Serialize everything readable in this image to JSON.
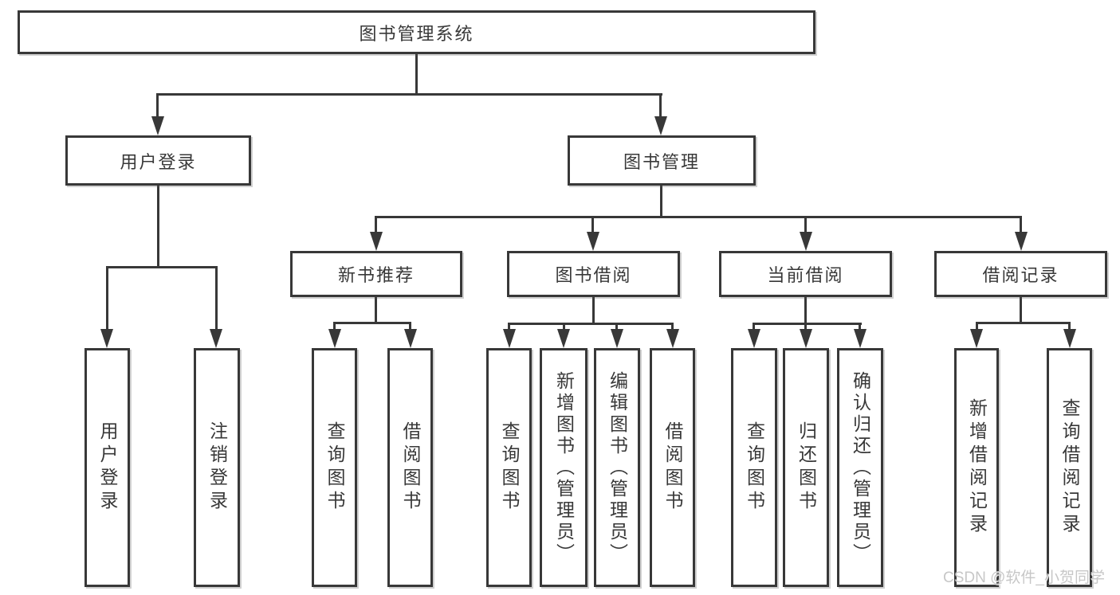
{
  "tree": {
    "root": "图书管理系统",
    "branches": [
      {
        "label": "用户登录",
        "children": [
          "用户登录",
          "注销登录"
        ]
      },
      {
        "label": "图书管理",
        "children": [
          {
            "label": "新书推荐",
            "children": [
              "查询图书",
              "借阅图书"
            ]
          },
          {
            "label": "图书借阅",
            "children": [
              "查询图书",
              "新增图书（管理员）",
              "编辑图书（管理员）",
              "借阅图书"
            ]
          },
          {
            "label": "当前借阅",
            "children": [
              "查询图书",
              "归还图书",
              "确认归还（管理员）"
            ]
          },
          {
            "label": "借阅记录",
            "children": [
              "新增借阅记录",
              "查询借阅记录"
            ]
          }
        ]
      }
    ]
  },
  "watermark": {
    "text": "CSDN @软件_小贺同学"
  },
  "colors": {
    "line": "#383838",
    "background": "#ffffff",
    "watermark": "#c7c7c7"
  }
}
